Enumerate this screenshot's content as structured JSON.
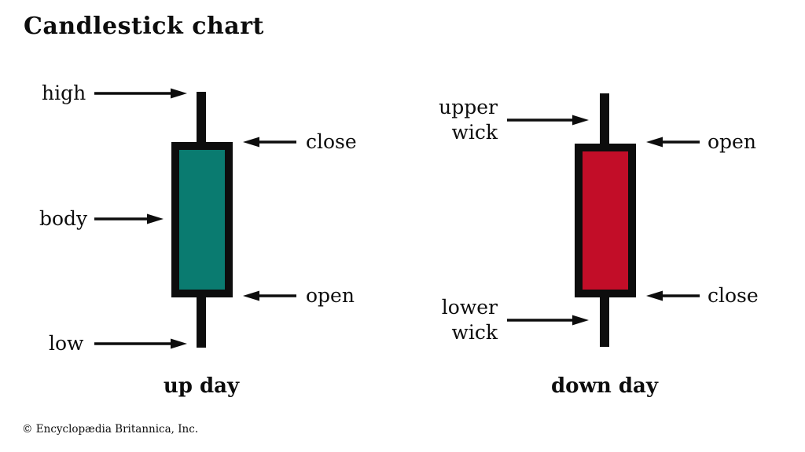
{
  "title": "Candlestick chart",
  "footer": "© Encyclopædia Britannica, Inc.",
  "colors": {
    "background": "#FFFFFF",
    "ink": "#0D0D0D",
    "up_body": "#0A7B70",
    "down_body": "#C20D28"
  },
  "up_candle": {
    "caption": "up day",
    "labels": {
      "high": "high",
      "close": "close",
      "body": "body",
      "open": "open",
      "low": "low"
    }
  },
  "down_candle": {
    "caption": "down day",
    "labels": {
      "upper_wick": "upper\nwick",
      "open": "open",
      "lower_wick": "lower\nwick",
      "close": "close"
    }
  }
}
